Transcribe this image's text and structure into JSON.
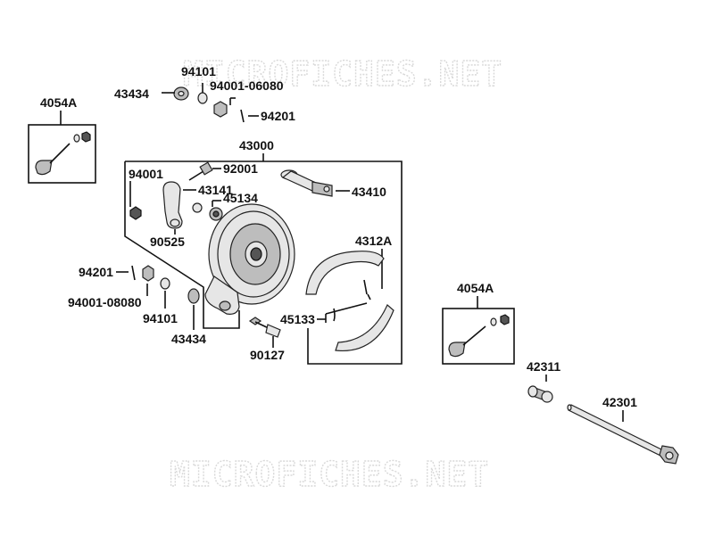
{
  "watermark": {
    "top": "MICROFICHES.NET",
    "bottom": "MICROFICHES.NET"
  },
  "labels": {
    "p94101_top": "94101",
    "p43434_top": "43434",
    "p94001_06080": "94001-06080",
    "p94201_top": "94201",
    "p4054A_left": "4054A",
    "p43000": "43000",
    "p94001": "94001",
    "p92001": "92001",
    "p43141": "43141",
    "p45134": "45134",
    "p43410": "43410",
    "p90525": "90525",
    "p4312A": "4312A",
    "p94201_mid": "94201",
    "p94001_08080": "94001-08080",
    "p94101_mid": "94101",
    "p43434_mid": "43434",
    "p45133": "45133",
    "p90127": "90127",
    "p4054A_right": "4054A",
    "p42311": "42311",
    "p42301": "42301"
  },
  "colors": {
    "line": "#111111",
    "part_fill": "#e6e6e6",
    "watermark": "#d9d9d9"
  }
}
